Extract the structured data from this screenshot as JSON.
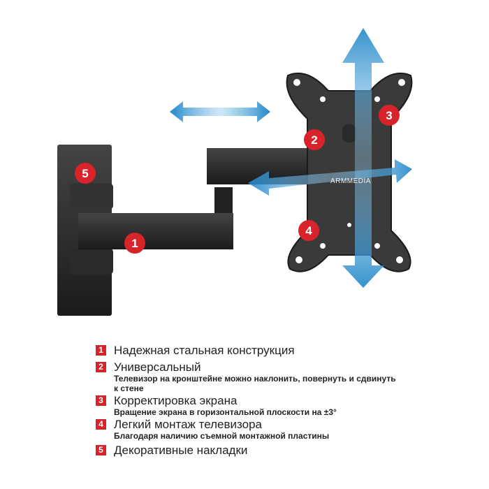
{
  "brand_logo": "ARMMEDIA",
  "badges": [
    "1",
    "2",
    "3",
    "4",
    "5"
  ],
  "features": [
    {
      "num": "1",
      "title": "Надежная стальная конструкция",
      "sub": ""
    },
    {
      "num": "2",
      "title": "Универсальный",
      "sub": "Телевизор на кронштейне можно наклонить, повернуть и сдвинуть",
      "sub2": "к стене"
    },
    {
      "num": "3",
      "title": "Корректировка экрана",
      "sub": "Вращение экрана в горизонтальной плоскости на ±3°"
    },
    {
      "num": "4",
      "title": "Легкий монтаж телевизора",
      "sub": "Благодаря наличию съемной монтажной пластины"
    },
    {
      "num": "5",
      "title": "Декоративные накладки",
      "sub": ""
    }
  ],
  "colors": {
    "badge": "#d9232a",
    "arrow": "#1f86c8",
    "metal": "#2b2b2b"
  }
}
